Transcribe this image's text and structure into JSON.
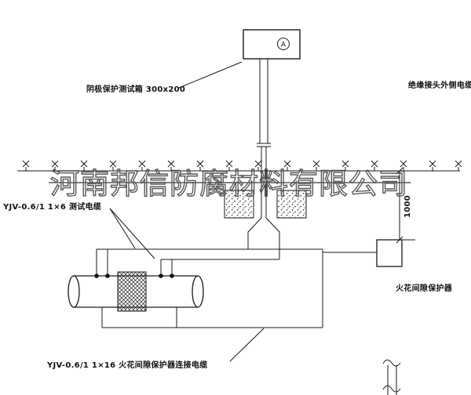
{
  "colors": {
    "line": "#1a1a1a",
    "background": "#ffffff",
    "watermark": "#3c3c3c"
  },
  "labels": {
    "test_box": "阴极保护测试箱 300x200",
    "outer_cable": "绝缘接头外侧电缆",
    "test_cable": "YJV-0.6/1 1×6  测试电缆",
    "dimension": "1000",
    "spark_gap": "火花间隙保护器",
    "spark_gap_cable": "YJV-0.6/1 1×16  火花间隙保护器连接电缆",
    "meter": "A"
  },
  "watermark": {
    "text": "河南邦信防腐材料有限公司"
  }
}
